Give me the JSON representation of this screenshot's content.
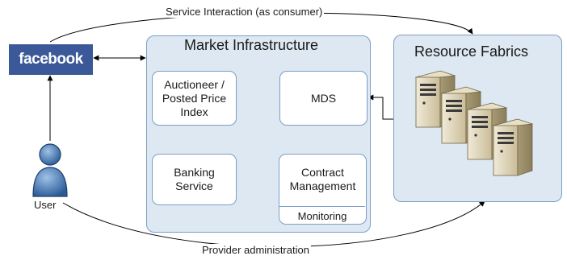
{
  "nodes": {
    "facebook": "facebook",
    "user": "User",
    "market_infrastructure": "Market Infrastructure",
    "resource_fabrics": "Resource Fabrics",
    "auctioneer": "Auctioneer /\nPosted Price\nIndex",
    "mds": "MDS",
    "banking": "Banking\nService",
    "contract": "Contract\nManagement",
    "monitoring": "Monitoring"
  },
  "edges": {
    "service_interaction": "Service Interaction (as consumer)",
    "provider_administration": "Provider administration"
  },
  "colors": {
    "panel_fill": "#dde8f2",
    "panel_border": "#7b9fc4",
    "facebook_blue": "#3b5998"
  }
}
